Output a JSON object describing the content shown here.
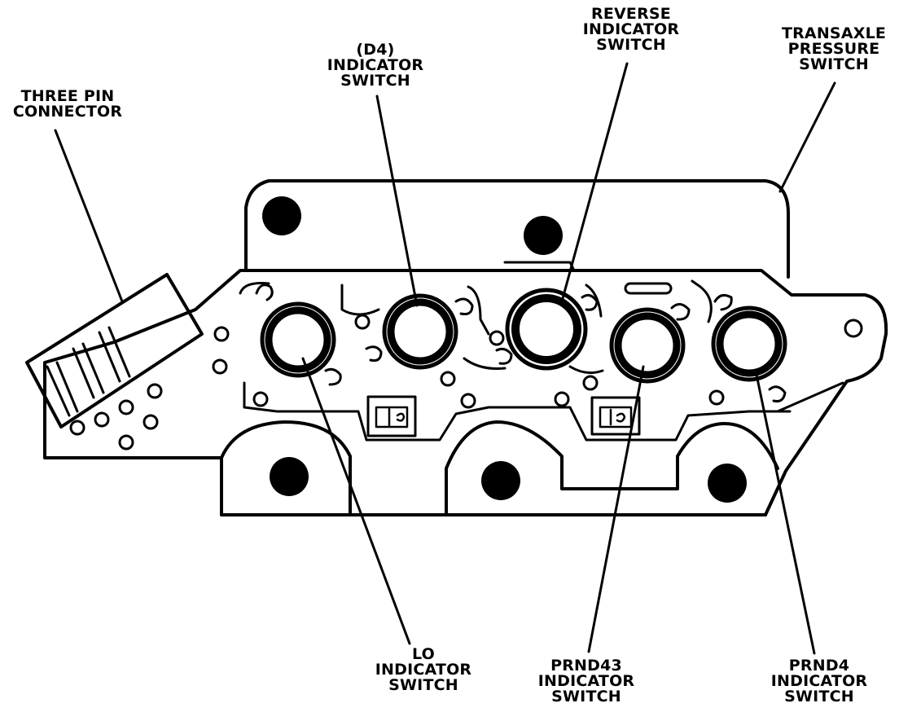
{
  "labels": {
    "three_pin_connector": [
      "THREE PIN",
      "CONNECTOR"
    ],
    "d4_indicator_switch": [
      "(D4)",
      "INDICATOR",
      "SWITCH"
    ],
    "reverse_indicator_switch": [
      "REVERSE",
      "INDICATOR",
      "SWITCH"
    ],
    "transaxle_pressure_switch": [
      "TRANSAXLE",
      "PRESSURE",
      "SWITCH"
    ],
    "lo_indicator_switch": [
      "LO",
      "INDICATOR",
      "SWITCH"
    ],
    "prnd43_indicator_switch": [
      "PRND43",
      "INDICATOR",
      "SWITCH"
    ],
    "prnd4_indicator_switch": [
      "PRND4",
      "INDICATOR",
      "SWITCH"
    ]
  },
  "colors": {
    "ink": "#000000",
    "paper": "#ffffff"
  }
}
